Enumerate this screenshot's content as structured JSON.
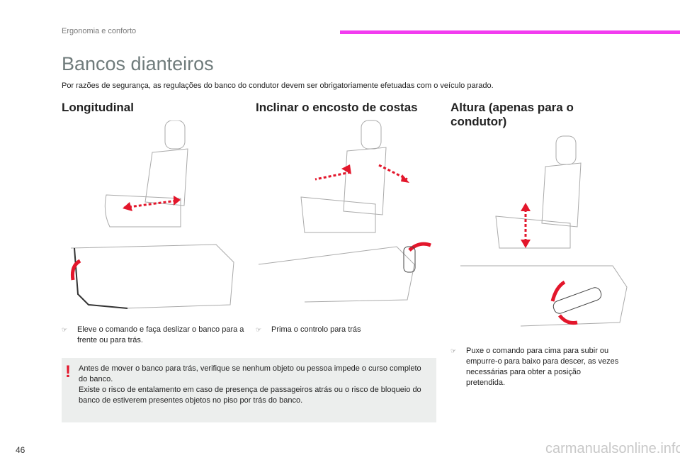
{
  "header": {
    "section": "Ergonomia e conforto",
    "accent_color": "#f23cf0"
  },
  "title": "Bancos dianteiros",
  "intro": "Por razões de segurança, as regulações do banco do condutor devem ser obrigatoriamente efetuadas com o veículo parado.",
  "columns": [
    {
      "heading": "Longitudinal",
      "bullet": "Eleve o comando e faça deslizar o banco para a frente ou para trás."
    },
    {
      "heading": "Inclinar o encosto de costas",
      "bullet": "Prima o controlo para trás"
    },
    {
      "heading": "Altura (apenas para o condutor)",
      "bullet": "Puxe o comando para cima para subir ou empurre-o para baixo para descer, as vezes necessárias para obter a posição pretendida."
    }
  ],
  "warning": {
    "icon": "exclamation-icon",
    "lines": [
      "Antes de mover o banco para trás, verifique se nenhum objeto ou pessoa impede o curso completo do banco.",
      "Existe o risco de entalamento em caso de presença de passageiros atrás ou o risco de bloqueio do banco de estiverem presentes objetos no piso por trás do banco."
    ]
  },
  "footer": {
    "page_number": "46",
    "watermark": "carmanualsonline.info"
  },
  "colors": {
    "arrow": "#e3162b",
    "warning_bg": "#eceeed"
  }
}
